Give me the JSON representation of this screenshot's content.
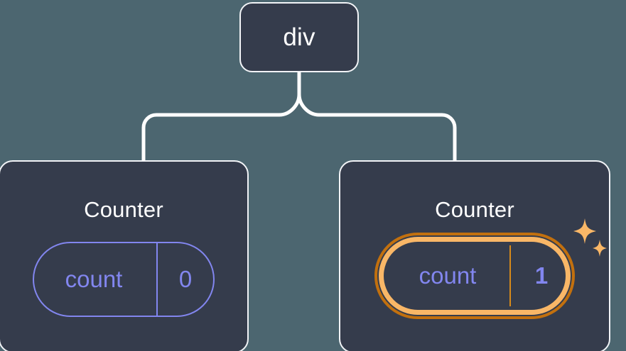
{
  "diagram": {
    "type": "component-tree",
    "background_color": "#4c6670",
    "node_fill_color": "#353c4c",
    "node_border_color": "#f2f4f7",
    "connector_color": "#ffffff",
    "state_color": "#8286ef",
    "highlight_outer_color": "#c2700e",
    "highlight_inner_color": "#f9b767",
    "root": {
      "label": "div"
    },
    "children": [
      {
        "label": "Counter",
        "state": {
          "key": "count",
          "value": "0"
        },
        "highlighted": false,
        "sparkles": false
      },
      {
        "label": "Counter",
        "state": {
          "key": "count",
          "value": "1"
        },
        "highlighted": true,
        "sparkles": true
      }
    ],
    "icons": {
      "sparkle_large": "sparkle-icon",
      "sparkle_small": "sparkle-icon"
    }
  }
}
